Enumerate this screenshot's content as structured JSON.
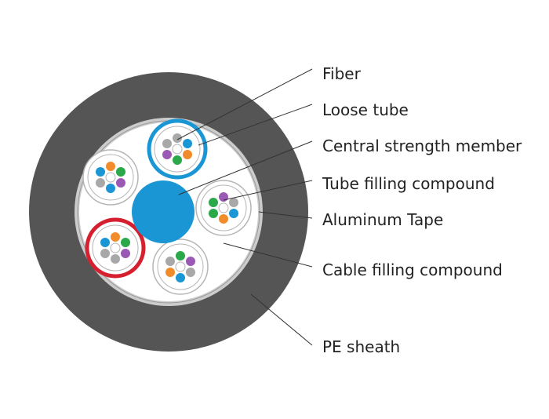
{
  "labels": {
    "fiber": "Fiber",
    "loose_tube": "Loose tube",
    "central_strength_member": "Central strength member",
    "tube_filling_compound": "Tube filling compound",
    "aluminum_tape": "Aluminum Tape",
    "cable_filling_compound": "Cable filling compound",
    "pe_sheath": "PE sheath"
  },
  "colors": {
    "sheath": "#555555",
    "tape": "#cccccc",
    "filling": "#ffffff",
    "central_member": "#1a96d4",
    "highlight_tube_blue": "#1a96d4",
    "highlight_tube_red": "#d62030",
    "tube_outline": "#b5b5b5",
    "leader_line": "#333333",
    "fiber_blue": "#1a96d4",
    "fiber_orange": "#f28c2b",
    "fiber_green": "#2aa84a",
    "fiber_purple": "#9b59b6",
    "fiber_grey": "#a8a8a8",
    "fiber_white": "#ffffff"
  }
}
